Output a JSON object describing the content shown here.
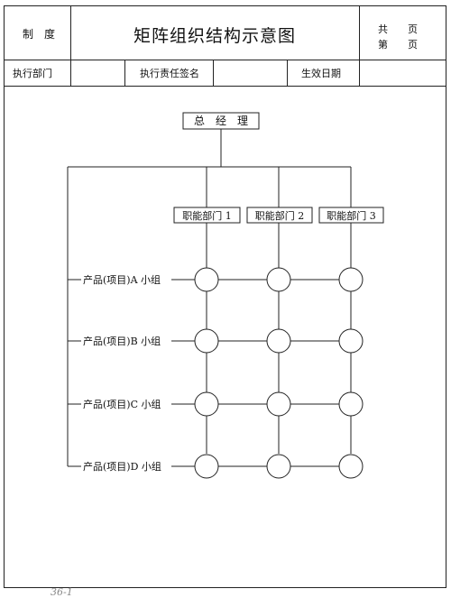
{
  "header": {
    "left_label": "制　度",
    "title": "矩阵组织结构示意图",
    "page_total_label": "共　　页",
    "page_current_label": "第　　页",
    "dept_label": "执行部门",
    "signature_label": "执行责任签名",
    "effective_date_label": "生效日期"
  },
  "diagram": {
    "top": "总　经　理",
    "departments": [
      "职能部门 1",
      "职能部门 2",
      "职能部门 3"
    ],
    "groups": [
      "产品(项目)A 小组",
      "产品(项目)B 小组",
      "产品(项目)C 小组",
      "产品(项目)D 小组"
    ]
  },
  "footer": {
    "text": "36-1"
  }
}
